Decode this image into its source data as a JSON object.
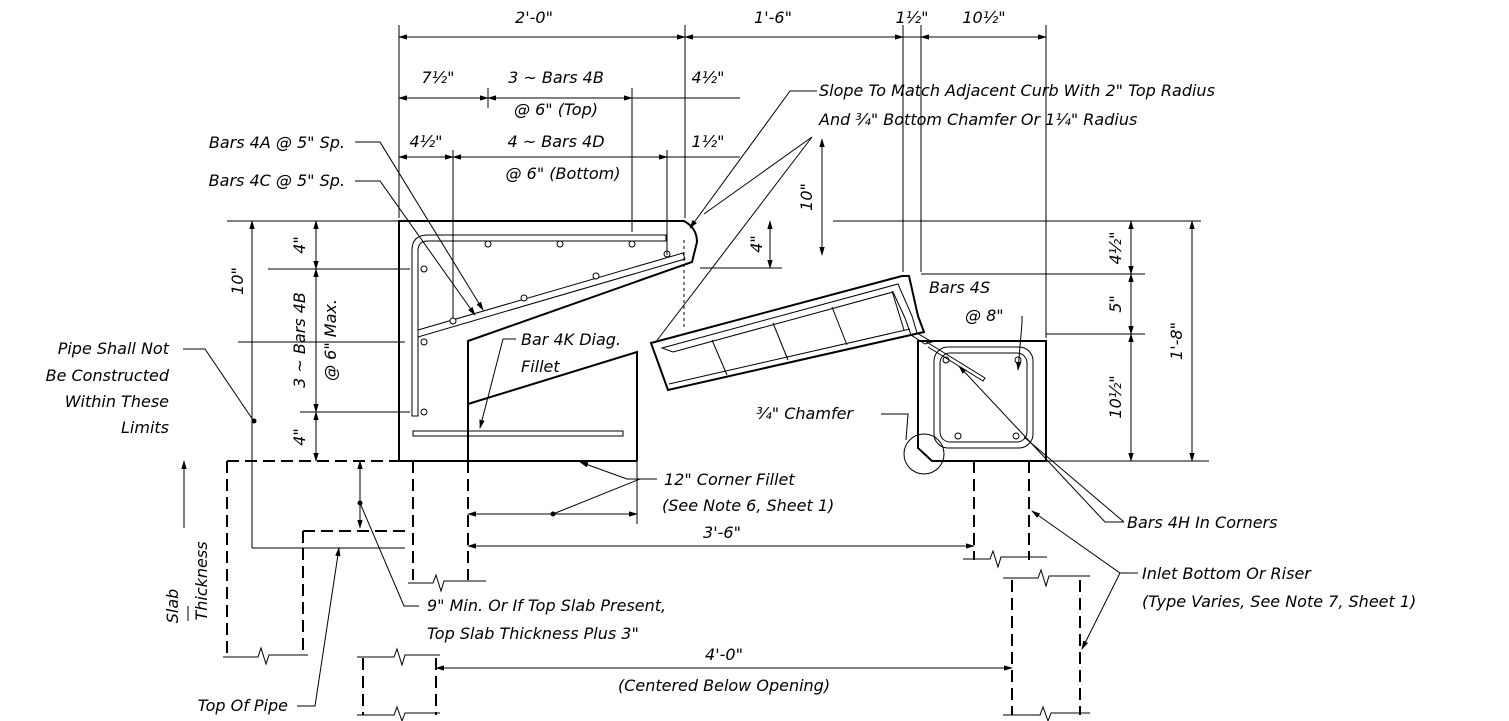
{
  "dimensions": {
    "top_2_0": "2'-0\"",
    "top_1_6": "1'-6\"",
    "top_1_half": "1½\"",
    "top_10_half": "10½\"",
    "d_7_half": "7½\"",
    "bars_4b_top_1": "3 ~ Bars 4B",
    "bars_4b_top_2": "@ 6\" (Top)",
    "d_4_half_a": "4½\"",
    "d_4_half_b": "4½\"",
    "bars_4d_1": "4 ~ Bars 4D",
    "bars_4d_2": "@ 6\" (Bottom)",
    "d_1_half_b": "1½\"",
    "left_10": "10\"",
    "left_4_top": "4\"",
    "left_bars_4b": "3 ~ Bars 4B",
    "left_6max": "@ 6\" Max.",
    "left_4_bot": "4\"",
    "mid_10": "10\"",
    "mid_4": "4\"",
    "right_4_half": "4½\"",
    "right_5": "5\"",
    "right_10_half": "10½\"",
    "right_1_8": "1'-8\"",
    "bottom_3_6": "3'-6\"",
    "bottom_4_0": "4'-0\"",
    "centered": "(Centered Below Opening)"
  },
  "labels": {
    "bars_4a": "Bars 4A @ 5\" Sp.",
    "bars_4c": "Bars 4C @ 5\" Sp.",
    "slope_1": "Slope To Match Adjacent Curb With 2\" Top Radius",
    "slope_2": "And ¾\" Bottom Chamfer Or 1¼\" Radius",
    "pipe_1": "Pipe Shall Not",
    "pipe_2": "Be Constructed",
    "pipe_3": "Within These",
    "pipe_4": "Limits",
    "bar_4k_1": "Bar 4K Diag.",
    "bar_4k_2": "Fillet",
    "bars_4s": "Bars 4S",
    "bars_4s_sp": "@ 8\"",
    "chamfer": "¾\" Chamfer",
    "corner_fillet_1": "12\" Corner Fillet",
    "corner_fillet_2": "(See Note 6, Sheet 1)",
    "bars_4h": "Bars 4H In Corners",
    "inlet_1": "Inlet Bottom Or Riser",
    "inlet_2": "(Type Varies, See Note 7, Sheet 1)",
    "slab_1": "Slab",
    "slab_2": "Thickness",
    "min_9_1": "9\" Min. Or If Top Slab Present,",
    "min_9_2": "Top Slab Thickness Plus 3\"",
    "top_of_pipe": "Top Of Pipe"
  }
}
